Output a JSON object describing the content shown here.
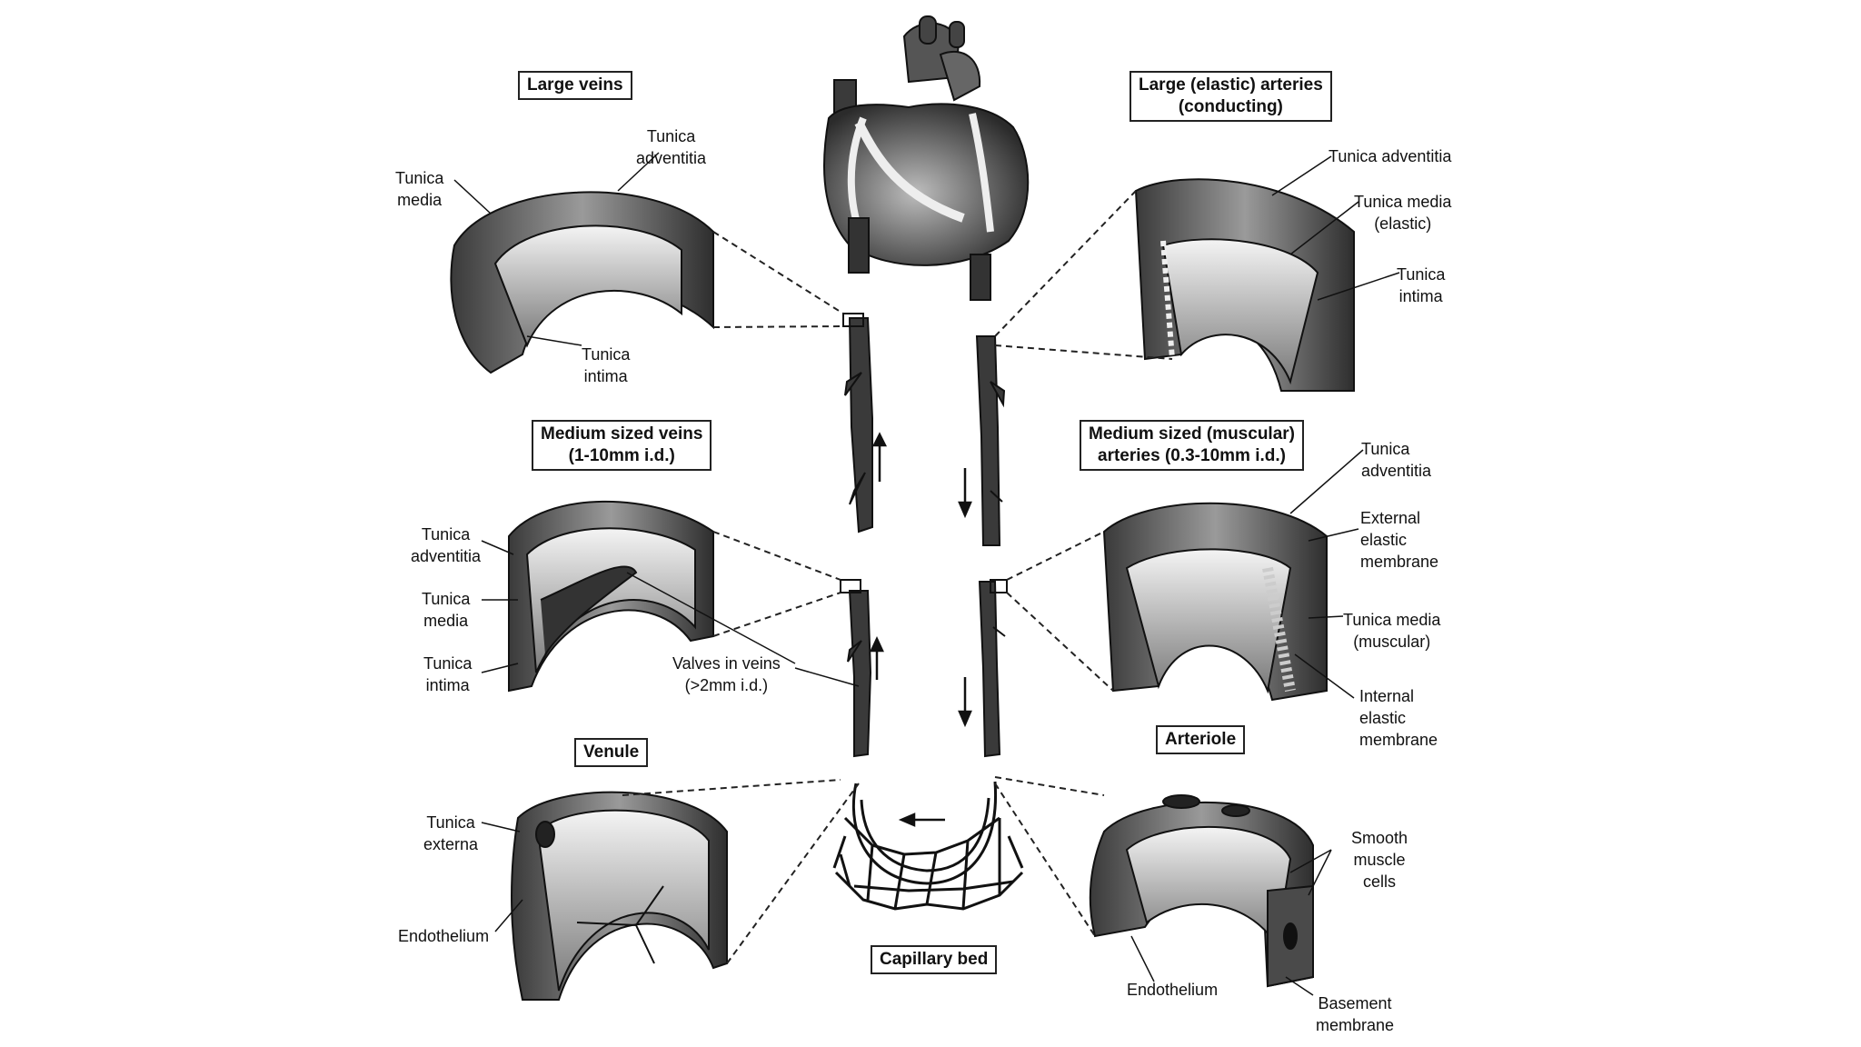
{
  "title_boxes": {
    "large_veins": "Large veins",
    "large_arteries": "Large (elastic) arteries\n(conducting)",
    "medium_veins": "Medium sized veins\n(1-10mm i.d.)",
    "medium_arteries": "Medium sized (muscular)\narteries (0.3-10mm i.d.)",
    "venule": "Venule",
    "arteriole": "Arteriole",
    "capillary_bed": "Capillary bed"
  },
  "labels": {
    "lv_adventitia": "Tunica\nadventitia",
    "lv_media": "Tunica\nmedia",
    "lv_intima": "Tunica\nintima",
    "la_adventitia": "Tunica adventitia",
    "la_media": "Tunica media\n(elastic)",
    "la_intima": "Tunica\nintima",
    "mv_adventitia": "Tunica\nadventitia",
    "mv_media": "Tunica\nmedia",
    "mv_intima": "Tunica\nintima",
    "mv_valves": "Valves in veins\n(>2mm i.d.)",
    "ma_adventitia": "Tunica\nadventitia",
    "ma_external": "External\nelastic\nmembrane",
    "ma_media": "Tunica media\n(muscular)",
    "ma_internal": "Internal\nelastic\nmembrane",
    "ve_externa": "Tunica\nexterna",
    "ve_endothelium": "Endothelium",
    "ar_smooth": "Smooth\nmuscle\ncells",
    "ar_endothelium": "Endothelium",
    "ar_basement": "Basement\nmembrane"
  },
  "colors": {
    "ink": "#1a1a1a",
    "shade": "#6b6b6b",
    "light": "#d9d9d9",
    "background": "#ffffff"
  }
}
